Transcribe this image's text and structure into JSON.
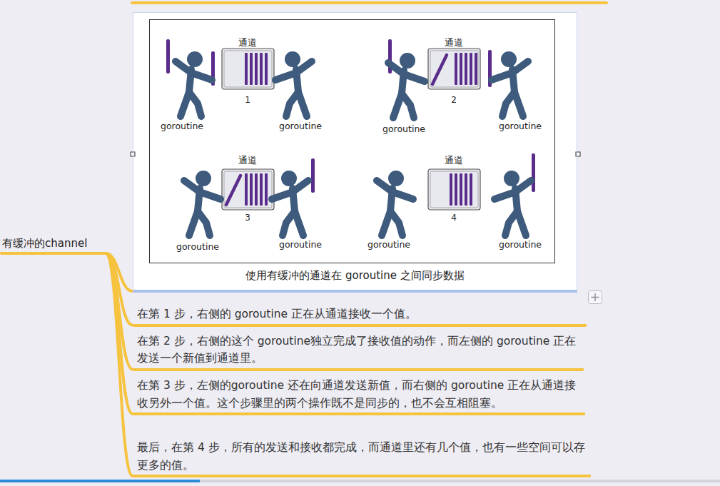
{
  "diagram": {
    "nodes": [
      {
        "text": [
          "有缓冲的channel"
        ]
      },
      {
        "text": [
          "使用有缓冲的通道在 goroutine 之间同步数据"
        ]
      },
      {
        "text": [
          "在第 1 步，右侧的 goroutine 正在从通道接收一个值。"
        ]
      },
      {
        "text": [
          "在第 2 步，右侧的这个 goroutine独立完成了接收值的动作，而左侧的 goroutine 正在发送一个新值到通道里。"
        ]
      },
      {
        "text": [
          "在第 3 步，左侧的goroutine 还在向通道发送新值，而右侧的 goroutine 正在从通道接收另外一个值。这个步骤里的两个操作既不是同步的，也不会互相阻塞。"
        ]
      },
      {
        "text": [
          "最后，在第 4 步，所有的发送和接收都完成，而通道里还有几个值，也有一些空间可以存更多的值。"
        ]
      }
    ],
    "edges": [
      {
        "from": 0,
        "to": 1,
        "arrow": "none"
      },
      {
        "from": 0,
        "to": 2,
        "arrow": "none"
      },
      {
        "from": 0,
        "to": 3,
        "arrow": "none"
      },
      {
        "from": 0,
        "to": 4,
        "arrow": "none"
      },
      {
        "from": 0,
        "to": 5,
        "arrow": "none"
      }
    ],
    "labels": [
      "通道",
      "通道",
      "1",
      "2",
      "goroutine",
      "goroutine",
      "goroutine",
      "goroutine",
      "通道",
      "通道",
      "3",
      "4",
      "goroutine",
      "goroutine",
      "goroutine",
      "goroutine"
    ]
  }
}
